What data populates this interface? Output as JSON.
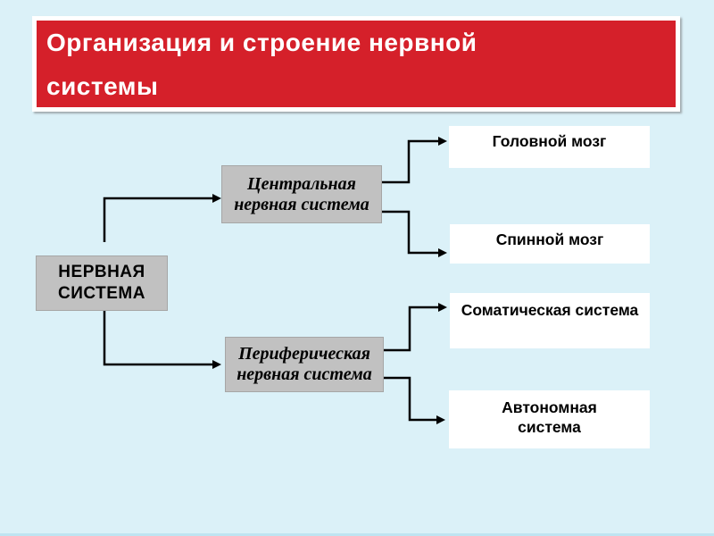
{
  "header": {
    "title": "Организация и строение нервной системы",
    "title_lines": [
      "Организация и строение нервной",
      "системы"
    ]
  },
  "diagram": {
    "root_label": "НЕРВНАЯ СИСТЕМА",
    "central": {
      "label": "Центральная нервная система",
      "child1": "Головной мозг",
      "child2": "Спинной мозг"
    },
    "peripheral": {
      "label": "Периферическая нервная система",
      "child1": "Соматическая система",
      "child2": "Автономная система"
    }
  },
  "colors": {
    "accent_red": "#d5202a",
    "box_gray": "#c1c1c1",
    "background": "#dbf1f8",
    "edge_blue": "#bfe4f1",
    "connector": "#000000"
  }
}
